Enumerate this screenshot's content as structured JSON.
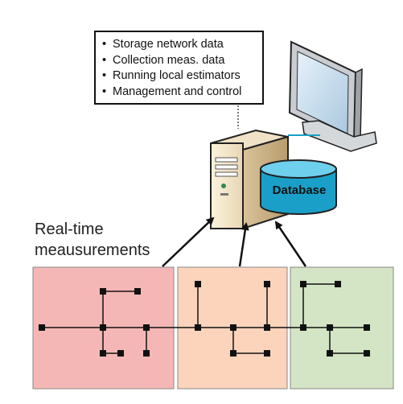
{
  "info_box": {
    "items": [
      "Storage network data",
      "Collection meas. data",
      "Running local estimators",
      "Management and control"
    ]
  },
  "labels": {
    "realtime_line1": "Real-time",
    "realtime_line2": "meausurements",
    "database": "Database"
  },
  "colors": {
    "zone_left": "#f5b7b5",
    "zone_middle": "#fbd4bb",
    "zone_right": "#d3e5c4",
    "database_fill": "#1aa0c8",
    "node": "#111111"
  }
}
